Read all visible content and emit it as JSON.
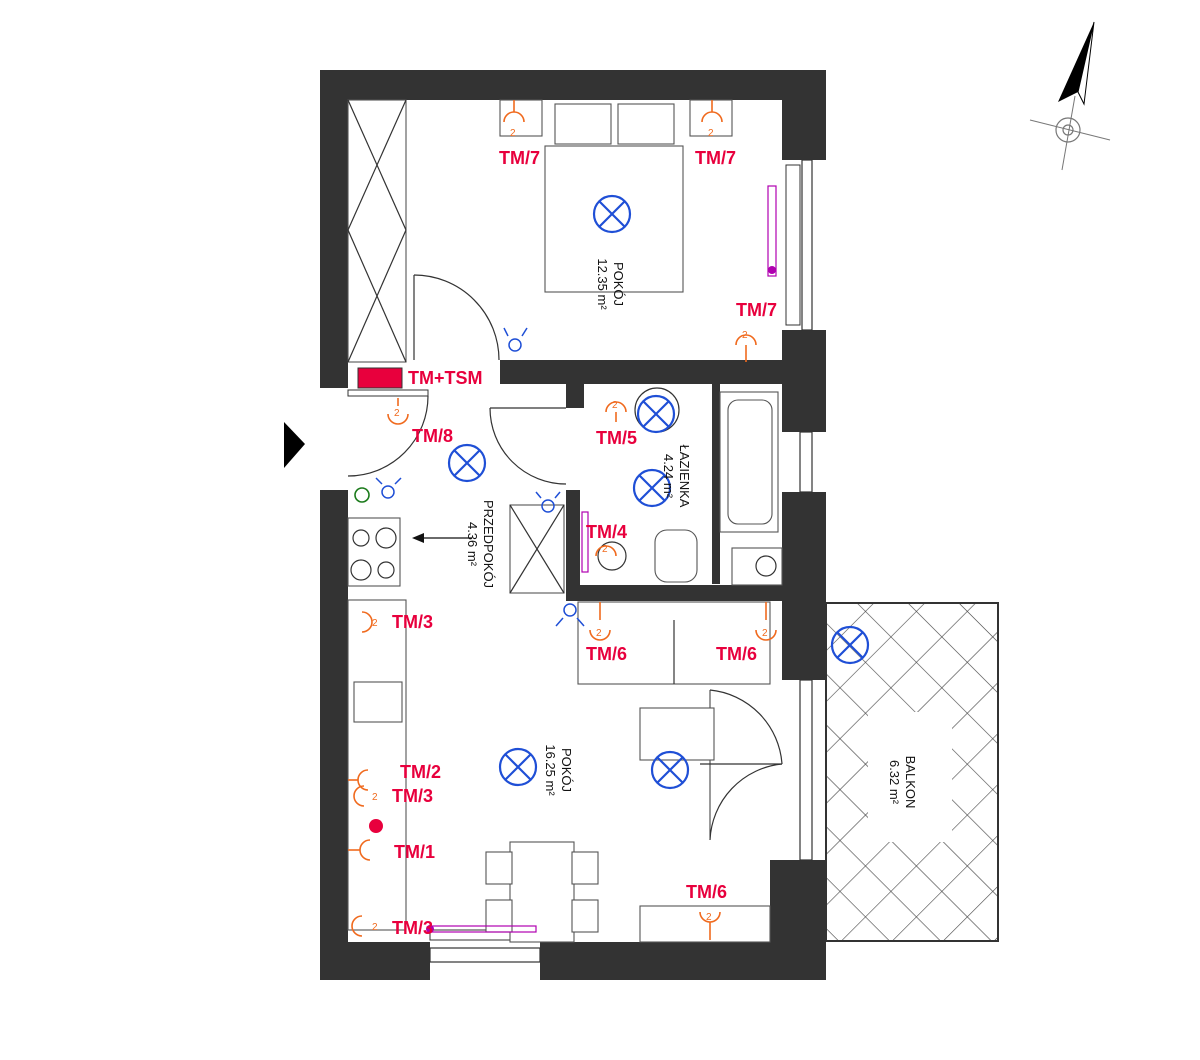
{
  "rooms": {
    "bedroom": {
      "name": "POKÓJ",
      "area": "12.35 m²"
    },
    "bathroom": {
      "name": "ŁAZIENKA",
      "area": "4.24 m²"
    },
    "hall": {
      "name": "PRZEDPOKÓJ",
      "area": "4.36 m²"
    },
    "living": {
      "name": "POKÓJ",
      "area": "16.25 m²"
    },
    "balcony": {
      "name": "BALKON",
      "area": "6.32 m²"
    }
  },
  "tm_labels": {
    "bed_left": "TM/7",
    "bed_right": "TM/7",
    "bed_window": "TM/7",
    "tsm": "TM+TSM",
    "entrance": "TM/8",
    "bath": "TM/5",
    "wc": "TM/4",
    "kitchen_top": "TM/3",
    "sofa_left": "TM/6",
    "sofa_right": "TM/6",
    "kitchen_2": "TM/2",
    "kitchen_3": "TM/3",
    "kitchen_1": "TM/1",
    "kitchen_bottom": "TM/3",
    "tv": "TM/6"
  },
  "socket_marks": {
    "double": "2"
  },
  "colors": {
    "wall": "#333333",
    "tm": "#e8003d",
    "socket": "#f06a1e",
    "light": "#1f4fd6",
    "heater": "#b000b0",
    "panel": "#e8003d"
  },
  "icons": {
    "north": "north-arrow-icon",
    "entrance": "entrance-arrow-icon",
    "light": "light-fixture-icon",
    "socket": "socket-icon",
    "switch": "switch-icon"
  }
}
